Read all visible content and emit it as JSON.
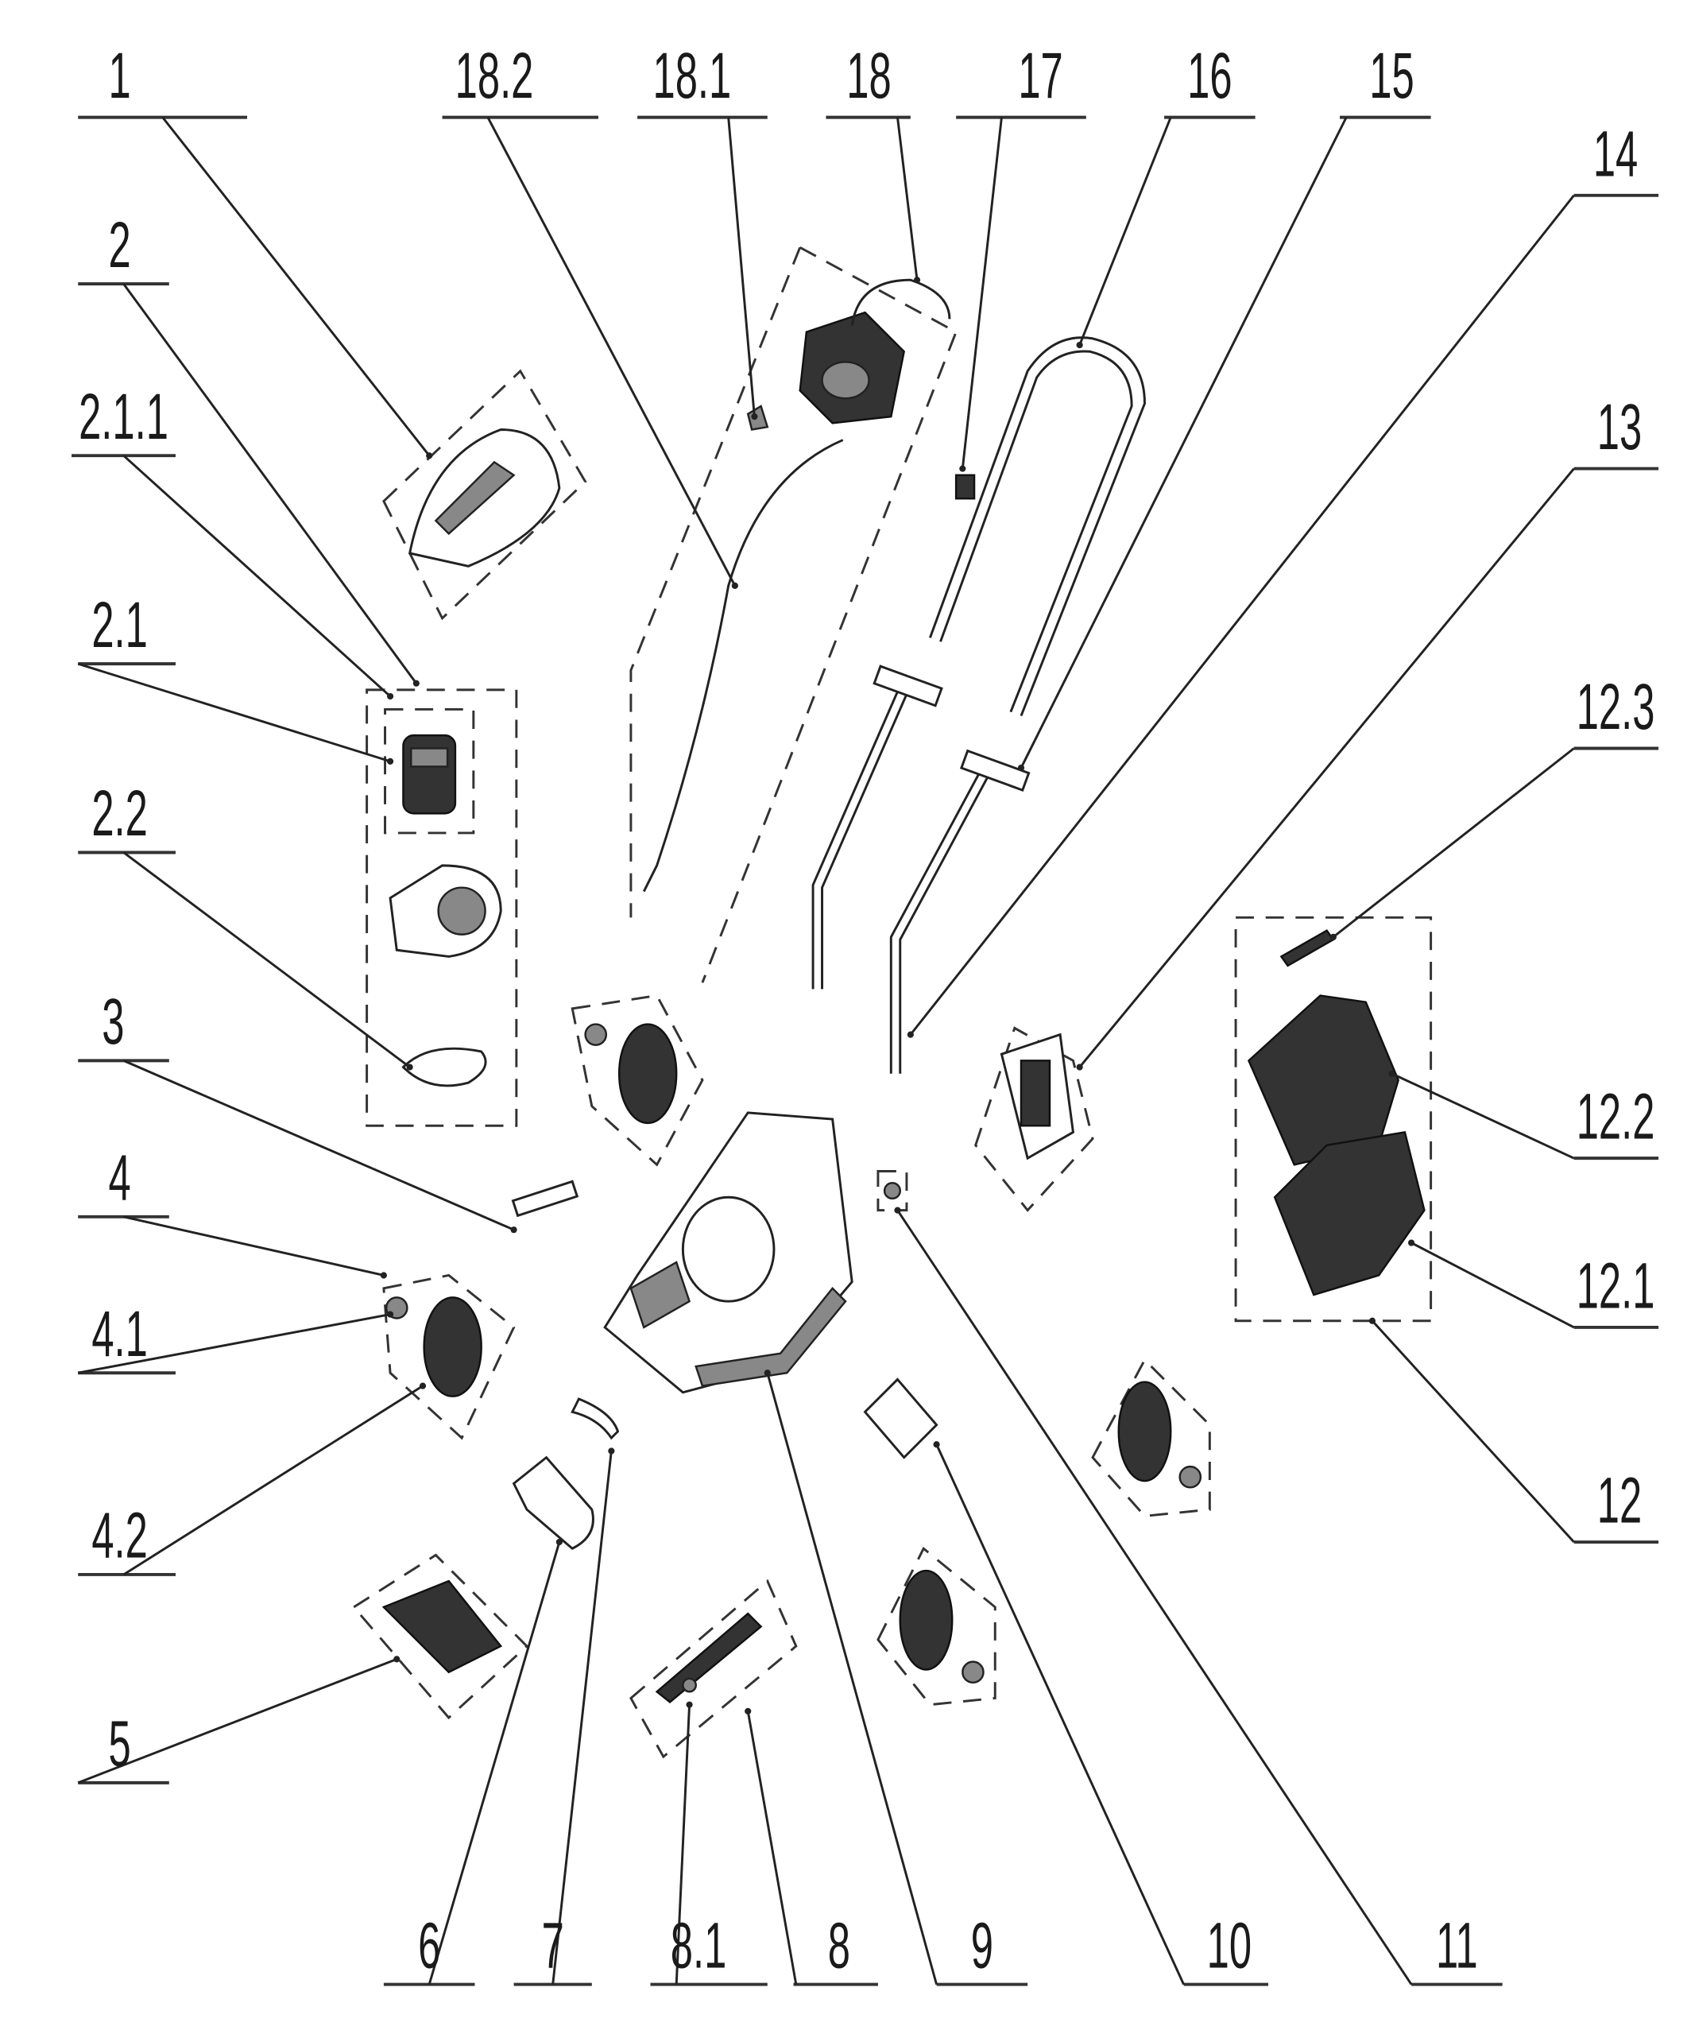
{
  "diagram": {
    "type": "exploded parts diagram",
    "part_labels": [
      "1",
      "2",
      "2.1.1",
      "2.1",
      "2.2",
      "3",
      "4",
      "4.1",
      "4.2",
      "5",
      "6",
      "7",
      "8.1",
      "8",
      "9",
      "10",
      "11",
      "12",
      "12.1",
      "12.2",
      "12.3",
      "13",
      "14",
      "15",
      "16",
      "17",
      "18",
      "18.1",
      "18.2"
    ]
  }
}
